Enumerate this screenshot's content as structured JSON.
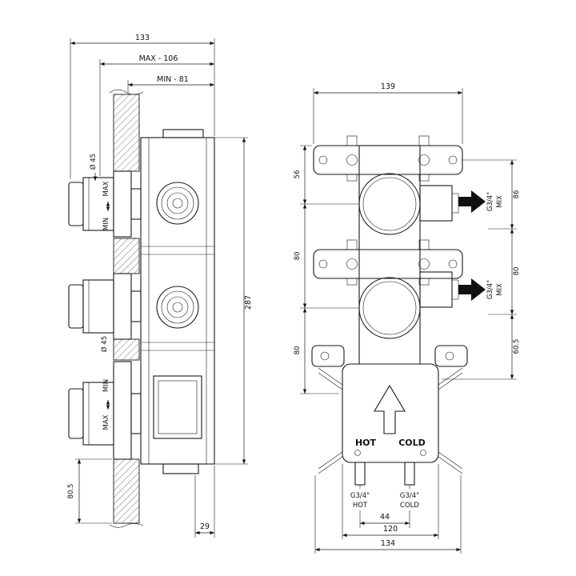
{
  "left_view": {
    "dim_width_overall": "133",
    "dim_width_max": "MAX - 106",
    "dim_width_min": "MIN - 81",
    "knob_diameter": "Ø 45",
    "label_max": "MAX",
    "label_min": "MIN",
    "dim_height": "287",
    "dim_bottom_offset": "80.5",
    "dim_depth": "29"
  },
  "right_view": {
    "dim_width_top": "139",
    "dim_top_to_first": "56",
    "dim_center_spacing": "80",
    "dim_lower_spacing": "80",
    "dim_right_top": "86",
    "dim_right_mid": "80",
    "dim_right_bottom": "60.5",
    "mix_thread": "G3/4\"",
    "mix_label": "MIX",
    "plate_hot": "HOT",
    "plate_cold": "COLD",
    "inlet_thread_hot": "G3/4\"",
    "inlet_hot": "HOT",
    "inlet_thread_cold": "G3/4\"",
    "inlet_cold": "COLD",
    "dim_inlet_spacing": "44",
    "dim_plate_width": "120",
    "dim_width_bottom": "134"
  }
}
